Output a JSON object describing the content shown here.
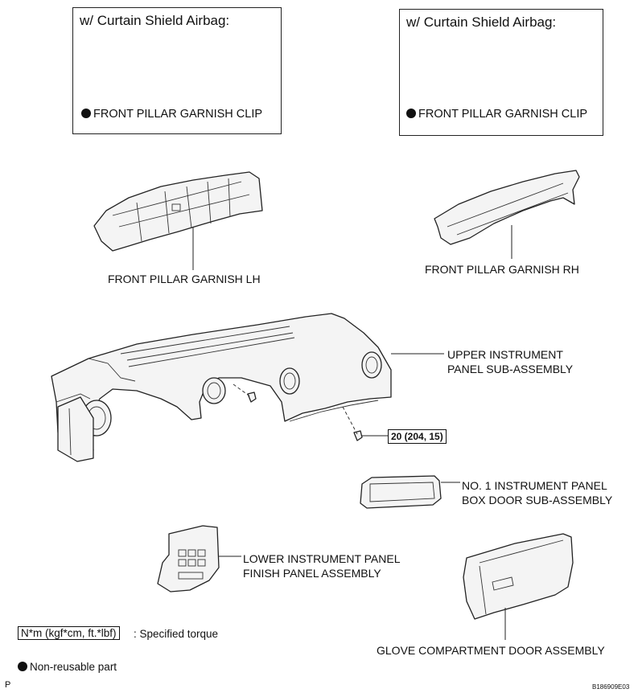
{
  "boxes": [
    {
      "title": "w/ Curtain Shield Airbag:",
      "label": "FRONT PILLAR GARNISH CLIP"
    },
    {
      "title": "w/ Curtain Shield Airbag:",
      "label": "FRONT PILLAR GARNISH CLIP"
    }
  ],
  "parts": {
    "garnish_lh": "FRONT PILLAR GARNISH LH",
    "garnish_rh": "FRONT PILLAR GARNISH RH",
    "upper_panel_line1": "UPPER INSTRUMENT",
    "upper_panel_line2": "PANEL SUB-ASSEMBLY",
    "box_door_line1": "NO. 1 INSTRUMENT PANEL",
    "box_door_line2": "BOX DOOR SUB-ASSEMBLY",
    "lower_panel_line1": "LOWER INSTRUMENT PANEL",
    "lower_panel_line2": "FINISH PANEL ASSEMBLY",
    "glove_door": "GLOVE COMPARTMENT DOOR ASSEMBLY"
  },
  "torque": "20 (204, 15)",
  "legend": {
    "torque_unit": "N*m (kgf*cm, ft.*lbf)",
    "torque_desc": ": Specified torque",
    "nonreusable": "Non-reusable part"
  },
  "footer": {
    "left": "P",
    "code": "B186909E03"
  }
}
